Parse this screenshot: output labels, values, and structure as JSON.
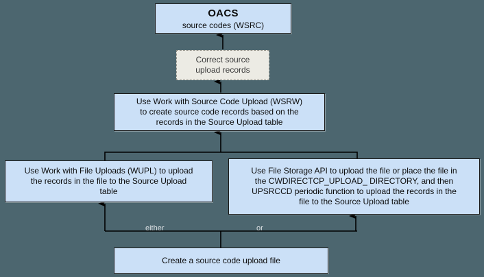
{
  "diagram": {
    "type": "flowchart",
    "background_color": "#4c666f",
    "node_fill_color": "#cbe0f7",
    "node_border_color": "#1a1a1a",
    "annotation_fill_color": "#ecebe4",
    "annotation_border_color": "#8e8e86",
    "connector_color": "#000000",
    "nodes": {
      "oacs": {
        "title": "OACS",
        "subtitle": "source codes (WSRC)"
      },
      "correct": {
        "line1": "Correct source",
        "line2": "upload records"
      },
      "wsrw": {
        "line1": "Use Work with Source Code Upload (WSRW)",
        "line2": "to create source code records based on the",
        "line3": "records in the Source Upload table"
      },
      "wupl": {
        "line1": "Use Work with File Uploads (WUPL) to upload",
        "line2": "the records in the file to the Source Upload",
        "line3": "table"
      },
      "api": {
        "line1": "Use File Storage API to upload the file or place the file in",
        "line2": "the CWDIRECTCP_UPLOAD_ DIRECTORY, and then",
        "line3": "UPSRCCD periodic function to upload the records in the",
        "line4": "file to the Source Upload table"
      },
      "create": {
        "label": "Create a source code upload file"
      }
    },
    "edge_labels": {
      "either": "either",
      "or": "or"
    }
  }
}
